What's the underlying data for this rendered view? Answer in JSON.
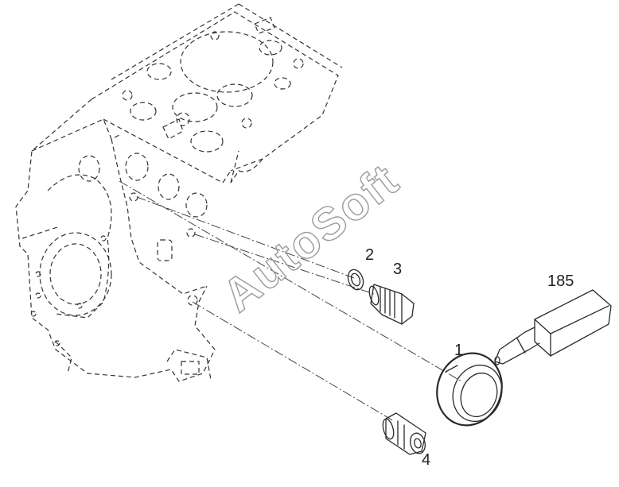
{
  "watermark": "AutoSoft",
  "callouts": {
    "seal_ring": "1",
    "washer": "2",
    "plug": "3",
    "sleeve": "4",
    "sealant_tube": "185"
  }
}
